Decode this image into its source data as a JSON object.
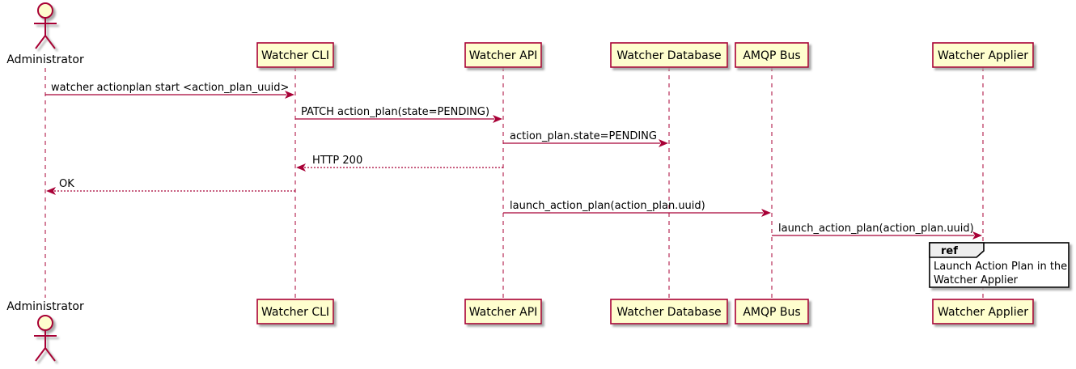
{
  "diagram": {
    "type": "sequence-diagram",
    "actor": {
      "name": "Administrator"
    },
    "participants": [
      {
        "label": "Watcher CLI"
      },
      {
        "label": "Watcher API"
      },
      {
        "label": "Watcher Database"
      },
      {
        "label": "AMQP Bus"
      },
      {
        "label": "Watcher Applier"
      }
    ],
    "messages": [
      {
        "from": "Administrator",
        "to": "Watcher CLI",
        "label": "watcher actionplan start <action_plan_uuid>",
        "line": "solid"
      },
      {
        "from": "Watcher CLI",
        "to": "Watcher API",
        "label": "PATCH action_plan(state=PENDING)",
        "line": "solid"
      },
      {
        "from": "Watcher API",
        "to": "Watcher Database",
        "label": "action_plan.state=PENDING",
        "line": "solid"
      },
      {
        "from": "Watcher API",
        "to": "Watcher CLI",
        "label": "HTTP 200",
        "line": "dashed"
      },
      {
        "from": "Watcher CLI",
        "to": "Administrator",
        "label": "OK",
        "line": "dashed"
      },
      {
        "from": "Watcher API",
        "to": "AMQP Bus",
        "label": "launch_action_plan(action_plan.uuid)",
        "line": "solid"
      },
      {
        "from": "AMQP Bus",
        "to": "Watcher Applier",
        "label": "launch_action_plan(action_plan.uuid)",
        "line": "solid"
      }
    ],
    "ref": {
      "keyword": "ref",
      "lines": [
        "Launch Action Plan in the",
        "Watcher Applier"
      ]
    },
    "colors": {
      "stroke": "#A80036",
      "participant_fill": "#FEFECE",
      "ref_tab_fill": "#EEEEEE",
      "ref_border": "#000000",
      "text": "#000000",
      "background": "#FFFFFF"
    }
  }
}
